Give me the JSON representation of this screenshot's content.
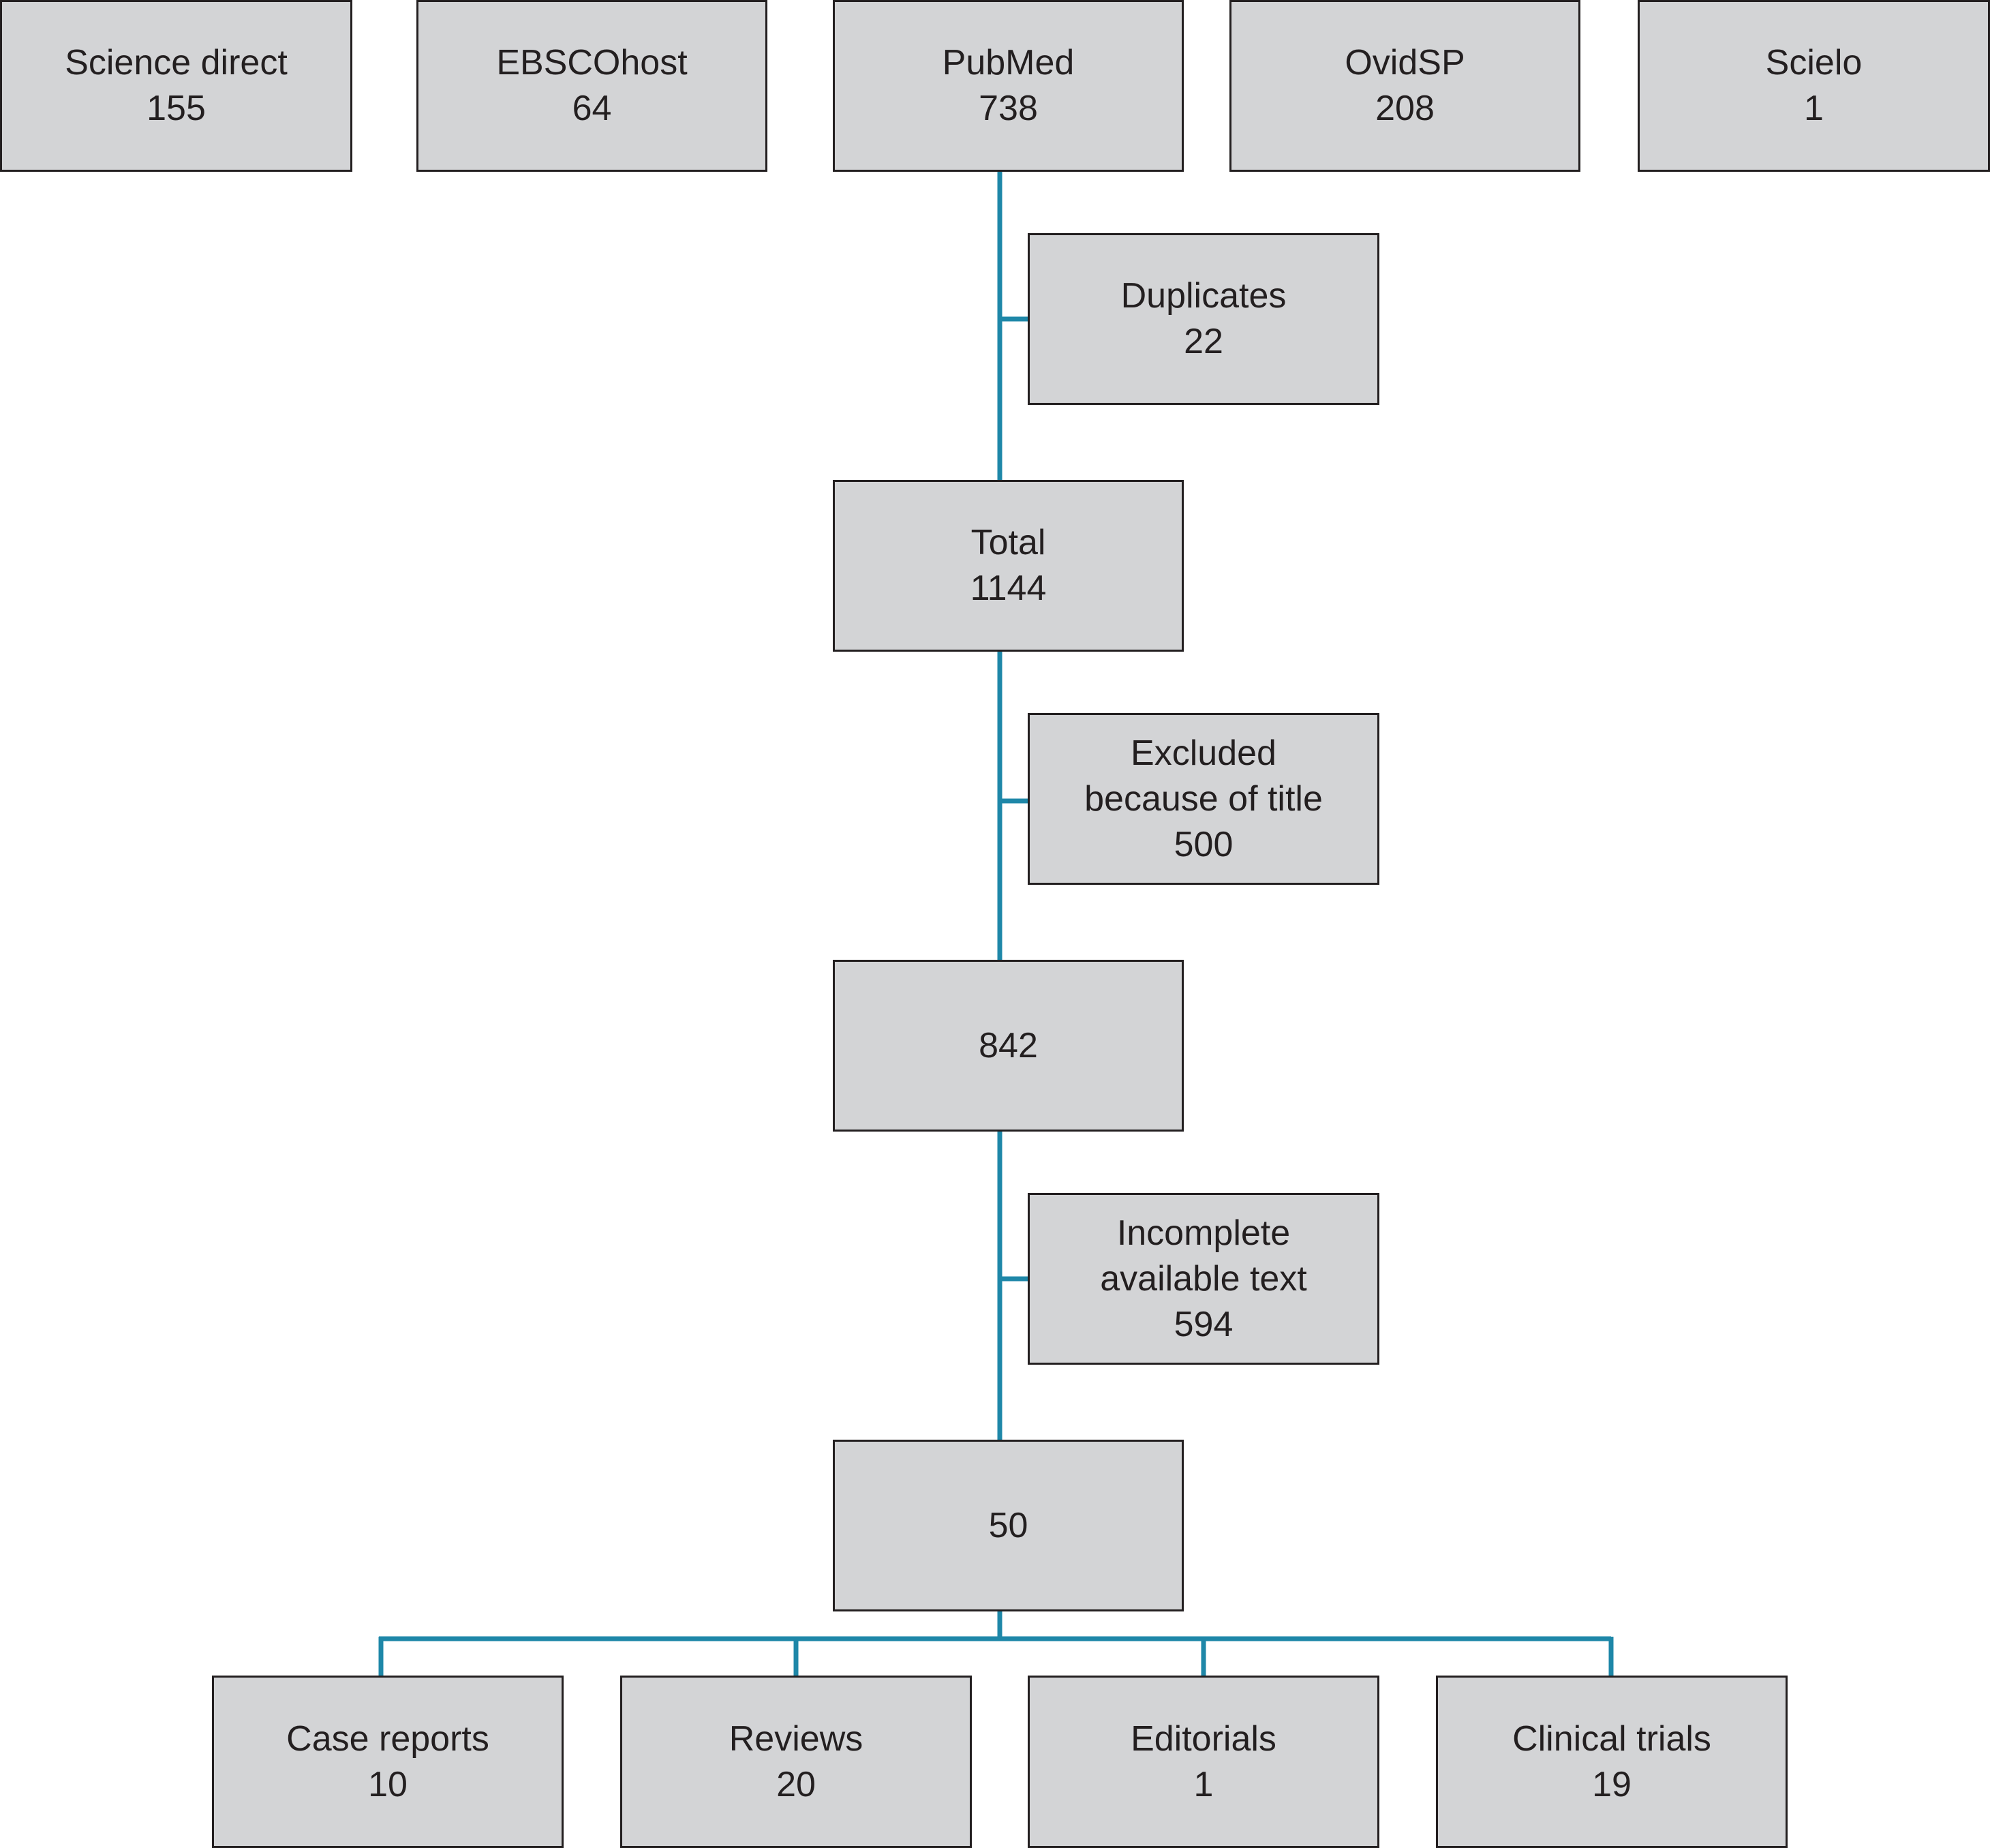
{
  "colors": {
    "connector": "#1e87a8",
    "box_fill": "#d3d4d6",
    "box_border": "#231f20",
    "text": "#231f20"
  },
  "sources": {
    "science_direct": {
      "label": "Science direct",
      "count": "155"
    },
    "ebscohost": {
      "label": "EBSCOhost",
      "count": "64"
    },
    "pubmed": {
      "label": "PubMed",
      "count": "738"
    },
    "ovidsp": {
      "label": "OvidSP",
      "count": "208"
    },
    "scielo": {
      "label": "Scielo",
      "count": "1"
    }
  },
  "flow": {
    "duplicates": {
      "label": "Duplicates",
      "count": "22"
    },
    "total": {
      "label": "Total",
      "count": "1144"
    },
    "excluded_title": {
      "line1": "Excluded",
      "line2": "because of title",
      "count": "500"
    },
    "after_title": {
      "count": "842"
    },
    "incomplete_text": {
      "line1": "Incomplete",
      "line2": "available text",
      "count": "594"
    },
    "final": {
      "count": "50"
    }
  },
  "outcomes": {
    "case_reports": {
      "label": "Case reports",
      "count": "10"
    },
    "reviews": {
      "label": "Reviews",
      "count": "20"
    },
    "editorials": {
      "label": "Editorials",
      "count": "1"
    },
    "clinical_trials": {
      "label": "Clinical trials",
      "count": "19"
    }
  }
}
